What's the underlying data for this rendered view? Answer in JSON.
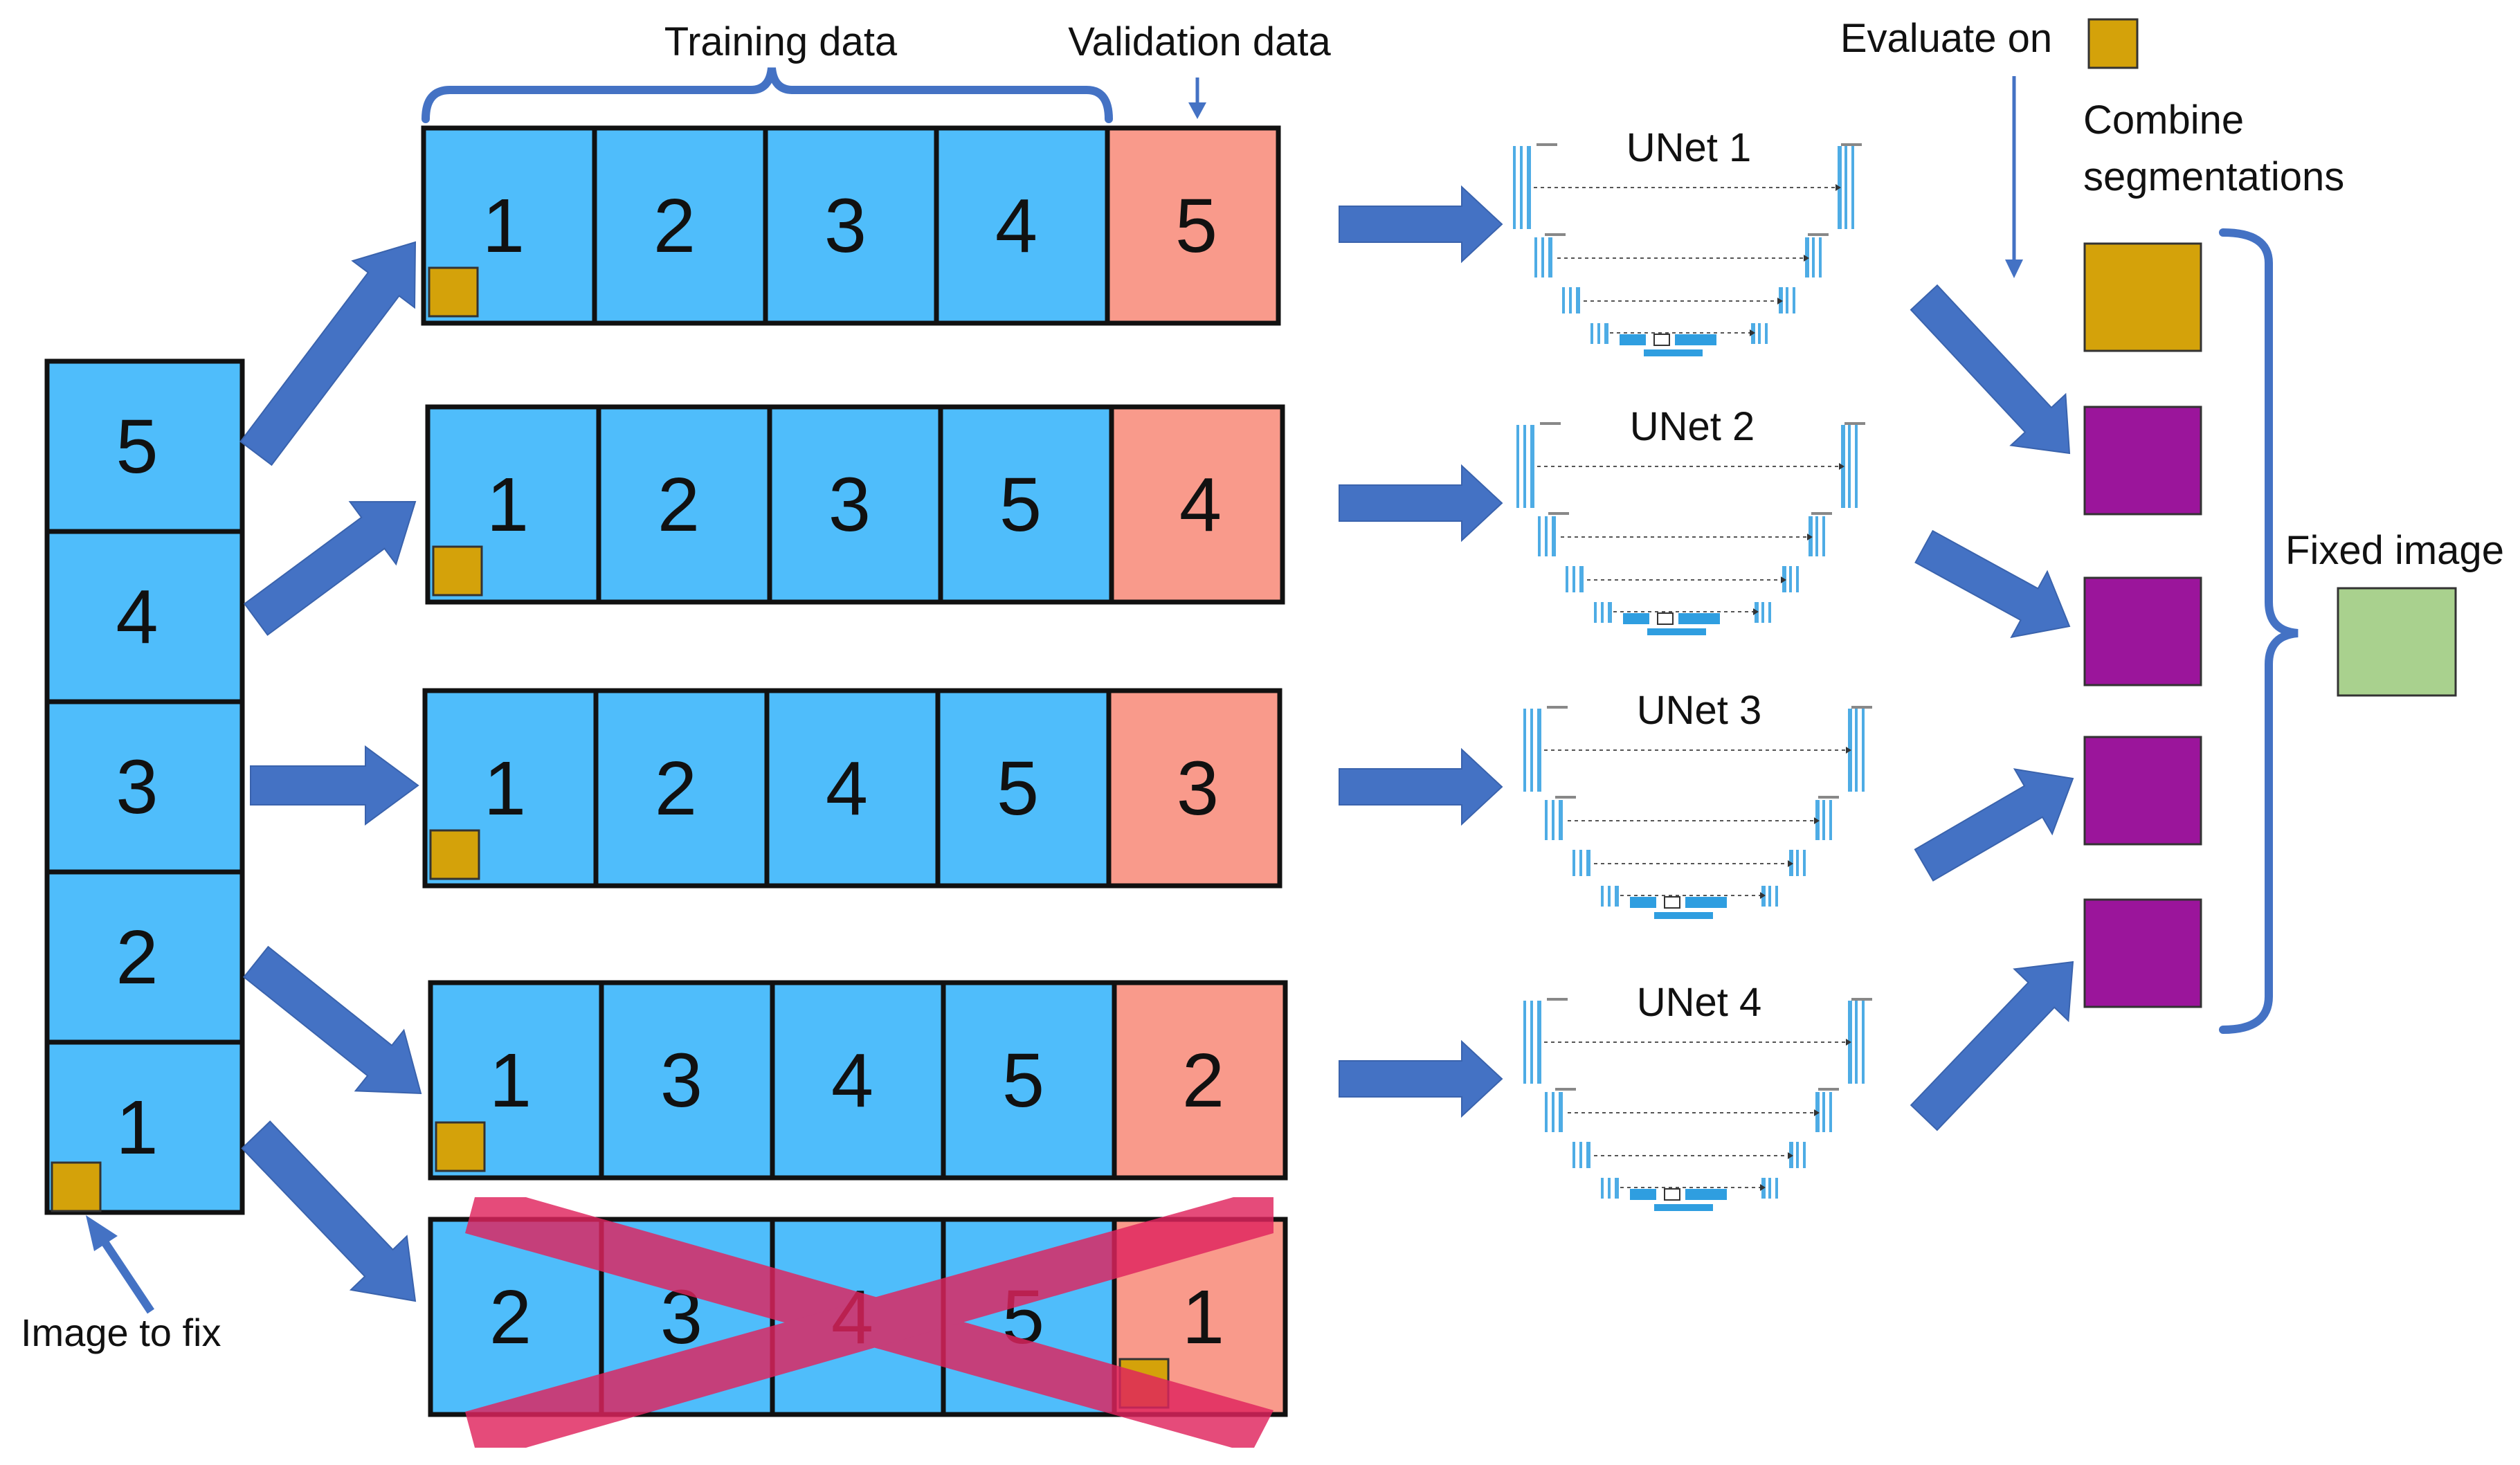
{
  "colors": {
    "fold_fill": "#4fbdfb",
    "validation_fill": "#f99a8b",
    "arrow": "#4472c4",
    "brace": "#4472c4",
    "image_square": "#d4a20a",
    "segmentation": "#9b159b",
    "fixed_image": "#a9d18e",
    "cross": "#e0245e",
    "border": "#111111",
    "unet_blue": "#2f9ee0"
  },
  "labels": {
    "training_data": "Training data",
    "validation_data": "Validation data",
    "evaluate_on": "Evaluate on",
    "combine_line1": "Combine",
    "combine_line2": "segmentations",
    "fixed_image": "Fixed image",
    "image_to_fix": "Image to fix"
  },
  "stack": [
    "5",
    "4",
    "3",
    "2",
    "1"
  ],
  "rows": [
    {
      "training": [
        "1",
        "2",
        "3",
        "4"
      ],
      "validation": "5",
      "model": "UNet 1"
    },
    {
      "training": [
        "1",
        "2",
        "3",
        "5"
      ],
      "validation": "4",
      "model": "UNet 2"
    },
    {
      "training": [
        "1",
        "2",
        "4",
        "5"
      ],
      "validation": "3",
      "model": "UNet 3"
    },
    {
      "training": [
        "1",
        "3",
        "4",
        "5"
      ],
      "validation": "2",
      "model": "UNet 4"
    },
    {
      "training": [
        "2",
        "3",
        "4",
        "5"
      ],
      "validation": "1",
      "model": ""
    }
  ],
  "segmentations": [
    "image",
    "unet1",
    "unet2",
    "unet3",
    "unet4"
  ],
  "icons": {
    "arrow": "block-arrow-icon",
    "brace": "curly-brace-icon",
    "cross": "cross-out-icon",
    "unet": "unet-architecture-icon"
  }
}
